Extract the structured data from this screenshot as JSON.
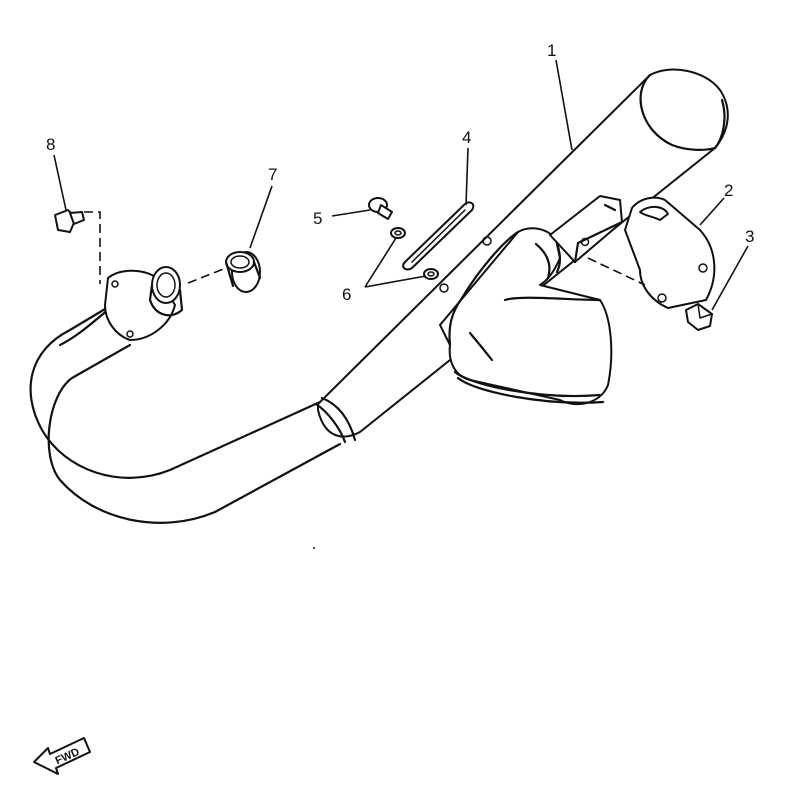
{
  "callouts": [
    {
      "id": "1",
      "label": "1"
    },
    {
      "id": "2",
      "label": "2"
    },
    {
      "id": "3",
      "label": "3"
    },
    {
      "id": "4",
      "label": "4"
    },
    {
      "id": "5",
      "label": "5"
    },
    {
      "id": "6",
      "label": "6"
    },
    {
      "id": "7",
      "label": "7"
    },
    {
      "id": "8",
      "label": "8"
    }
  ],
  "fwd_label": "FWD",
  "colors": {
    "line": "#111111",
    "background": "#ffffff"
  }
}
